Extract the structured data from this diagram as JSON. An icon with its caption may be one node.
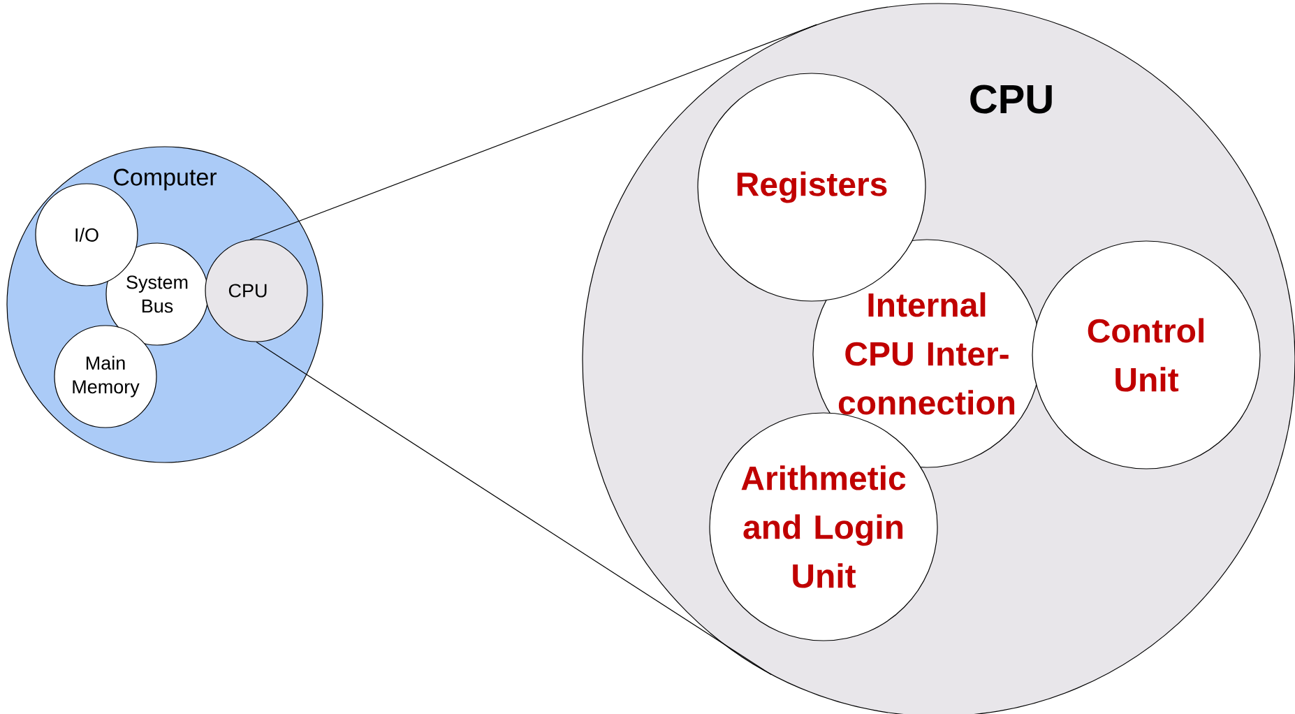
{
  "diagram": {
    "nodes": [
      {
        "text": [
          "Computer"
        ]
      },
      {
        "text": [
          "I/O"
        ],
        "in": 0
      },
      {
        "text": [
          "System Bus"
        ],
        "in": 0
      },
      {
        "text": [
          "CPU"
        ],
        "in": 0
      },
      {
        "text": [
          "Main Memory"
        ],
        "in": 0
      },
      {
        "text": [
          "CPU"
        ]
      },
      {
        "text": [
          "Registers"
        ],
        "in": 5
      },
      {
        "text": [
          "Internal CPU Inter- connection"
        ],
        "in": 5
      },
      {
        "text": [
          "Control Unit"
        ],
        "in": 5
      },
      {
        "text": [
          "Arithmetic and Login Unit"
        ],
        "in": 5
      }
    ],
    "edges": [
      {
        "from": 3,
        "to": 5,
        "arrow": "none"
      },
      {
        "from": 3,
        "to": 5,
        "arrow": "none"
      }
    ]
  }
}
